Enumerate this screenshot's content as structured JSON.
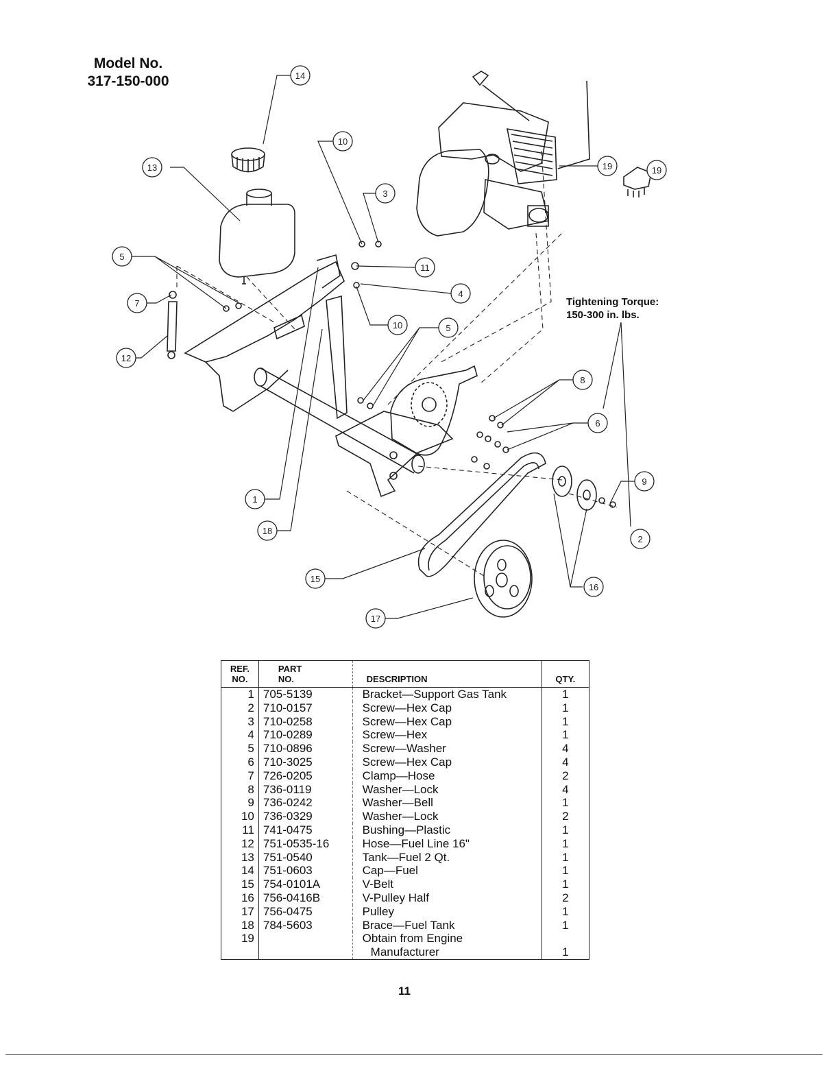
{
  "header": {
    "model_label": "Model No.",
    "model_number": "317-150-000"
  },
  "torque_note": {
    "line1": "Tightening Torque:",
    "line2": "150-300 in. lbs."
  },
  "callouts": [
    "14",
    "13",
    "10",
    "3",
    "19",
    "19",
    "5",
    "11",
    "4",
    "7",
    "10",
    "5",
    "12",
    "8",
    "6",
    "1",
    "9",
    "18",
    "2",
    "15",
    "16",
    "17"
  ],
  "table": {
    "headers": {
      "ref_line1": "REF.",
      "ref_line2": "NO.",
      "part_line1": "PART",
      "part_line2": "NO.",
      "description": "DESCRIPTION",
      "qty": "QTY."
    },
    "rows": [
      {
        "ref": "1",
        "part": "705-5139",
        "desc": "Bracket—Support Gas Tank",
        "qty": "1"
      },
      {
        "ref": "2",
        "part": "710-0157",
        "desc": "Screw—Hex Cap",
        "qty": "1"
      },
      {
        "ref": "3",
        "part": "710-0258",
        "desc": "Screw—Hex Cap",
        "qty": "1"
      },
      {
        "ref": "4",
        "part": "710-0289",
        "desc": "Screw—Hex",
        "qty": "1"
      },
      {
        "ref": "5",
        "part": "710-0896",
        "desc": "Screw—Washer",
        "qty": "4"
      },
      {
        "ref": "6",
        "part": "710-3025",
        "desc": "Screw—Hex Cap",
        "qty": "4"
      },
      {
        "ref": "7",
        "part": "726-0205",
        "desc": "Clamp—Hose",
        "qty": "2"
      },
      {
        "ref": "8",
        "part": "736-0119",
        "desc": "Washer—Lock",
        "qty": "4"
      },
      {
        "ref": "9",
        "part": "736-0242",
        "desc": "Washer—Bell",
        "qty": "1"
      },
      {
        "ref": "10",
        "part": "736-0329",
        "desc": "Washer—Lock",
        "qty": "2"
      },
      {
        "ref": "11",
        "part": "741-0475",
        "desc": "Bushing—Plastic",
        "qty": "1"
      },
      {
        "ref": "12",
        "part": "751-0535-16",
        "desc": "Hose—Fuel Line 16\"",
        "qty": "1"
      },
      {
        "ref": "13",
        "part": "751-0540",
        "desc": "Tank—Fuel 2 Qt.",
        "qty": "1"
      },
      {
        "ref": "14",
        "part": "751-0603",
        "desc": "Cap—Fuel",
        "qty": "1"
      },
      {
        "ref": "15",
        "part": "754-0101A",
        "desc": "V-Belt",
        "qty": "1"
      },
      {
        "ref": "16",
        "part": "756-0416B",
        "desc": "V-Pulley Half",
        "qty": "2"
      },
      {
        "ref": "17",
        "part": "756-0475",
        "desc": "Pulley",
        "qty": "1"
      },
      {
        "ref": "18",
        "part": "784-5603",
        "desc": "Brace—Fuel Tank",
        "qty": "1"
      },
      {
        "ref": "19",
        "part": "",
        "desc": "Obtain from Engine",
        "desc2": "Manufacturer",
        "qty": "1"
      }
    ]
  },
  "page_number": "11"
}
